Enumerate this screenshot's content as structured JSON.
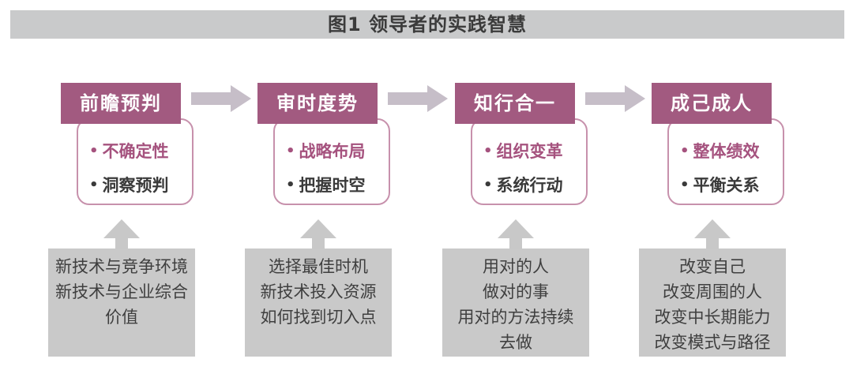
{
  "title_bar": {
    "text": "图1 领导者的实践智慧"
  },
  "bullet_marker": "•",
  "colors": {
    "title_bar_bg": "#c9cacb",
    "stage_header_bg": "#a25a80",
    "rounded_box_border": "#c791ac",
    "bullet_primary_text": "#a5527e",
    "bullet_secondary_text": "#3a3a3a",
    "flow_arrow": "#c6bec8",
    "up_arrow": "#c8c8c8",
    "factors_box_bg": "#c9c9c9",
    "dark_text": "#3b3b3b"
  },
  "columns": [
    {
      "header": "前瞻预判",
      "bullets": [
        "不确定性",
        "洞察预判"
      ],
      "factors": [
        "新技术与竞争环境",
        "新技术与企业综合",
        "价值"
      ]
    },
    {
      "header": "审时度势",
      "bullets": [
        "战略布局",
        "把握时空"
      ],
      "factors": [
        "选择最佳时机",
        "新技术投入资源",
        "如何找到切入点"
      ]
    },
    {
      "header": "知行合一",
      "bullets": [
        "组织变革",
        "系统行动"
      ],
      "factors": [
        "用对的人",
        "做对的事",
        "用对的方法持续",
        "去做"
      ]
    },
    {
      "header": "成己成人",
      "bullets": [
        "整体绩效",
        "平衡关系"
      ],
      "factors": [
        "改变自己",
        "改变周围的人",
        "改变中长期能力",
        "改变模式与路径"
      ]
    }
  ]
}
